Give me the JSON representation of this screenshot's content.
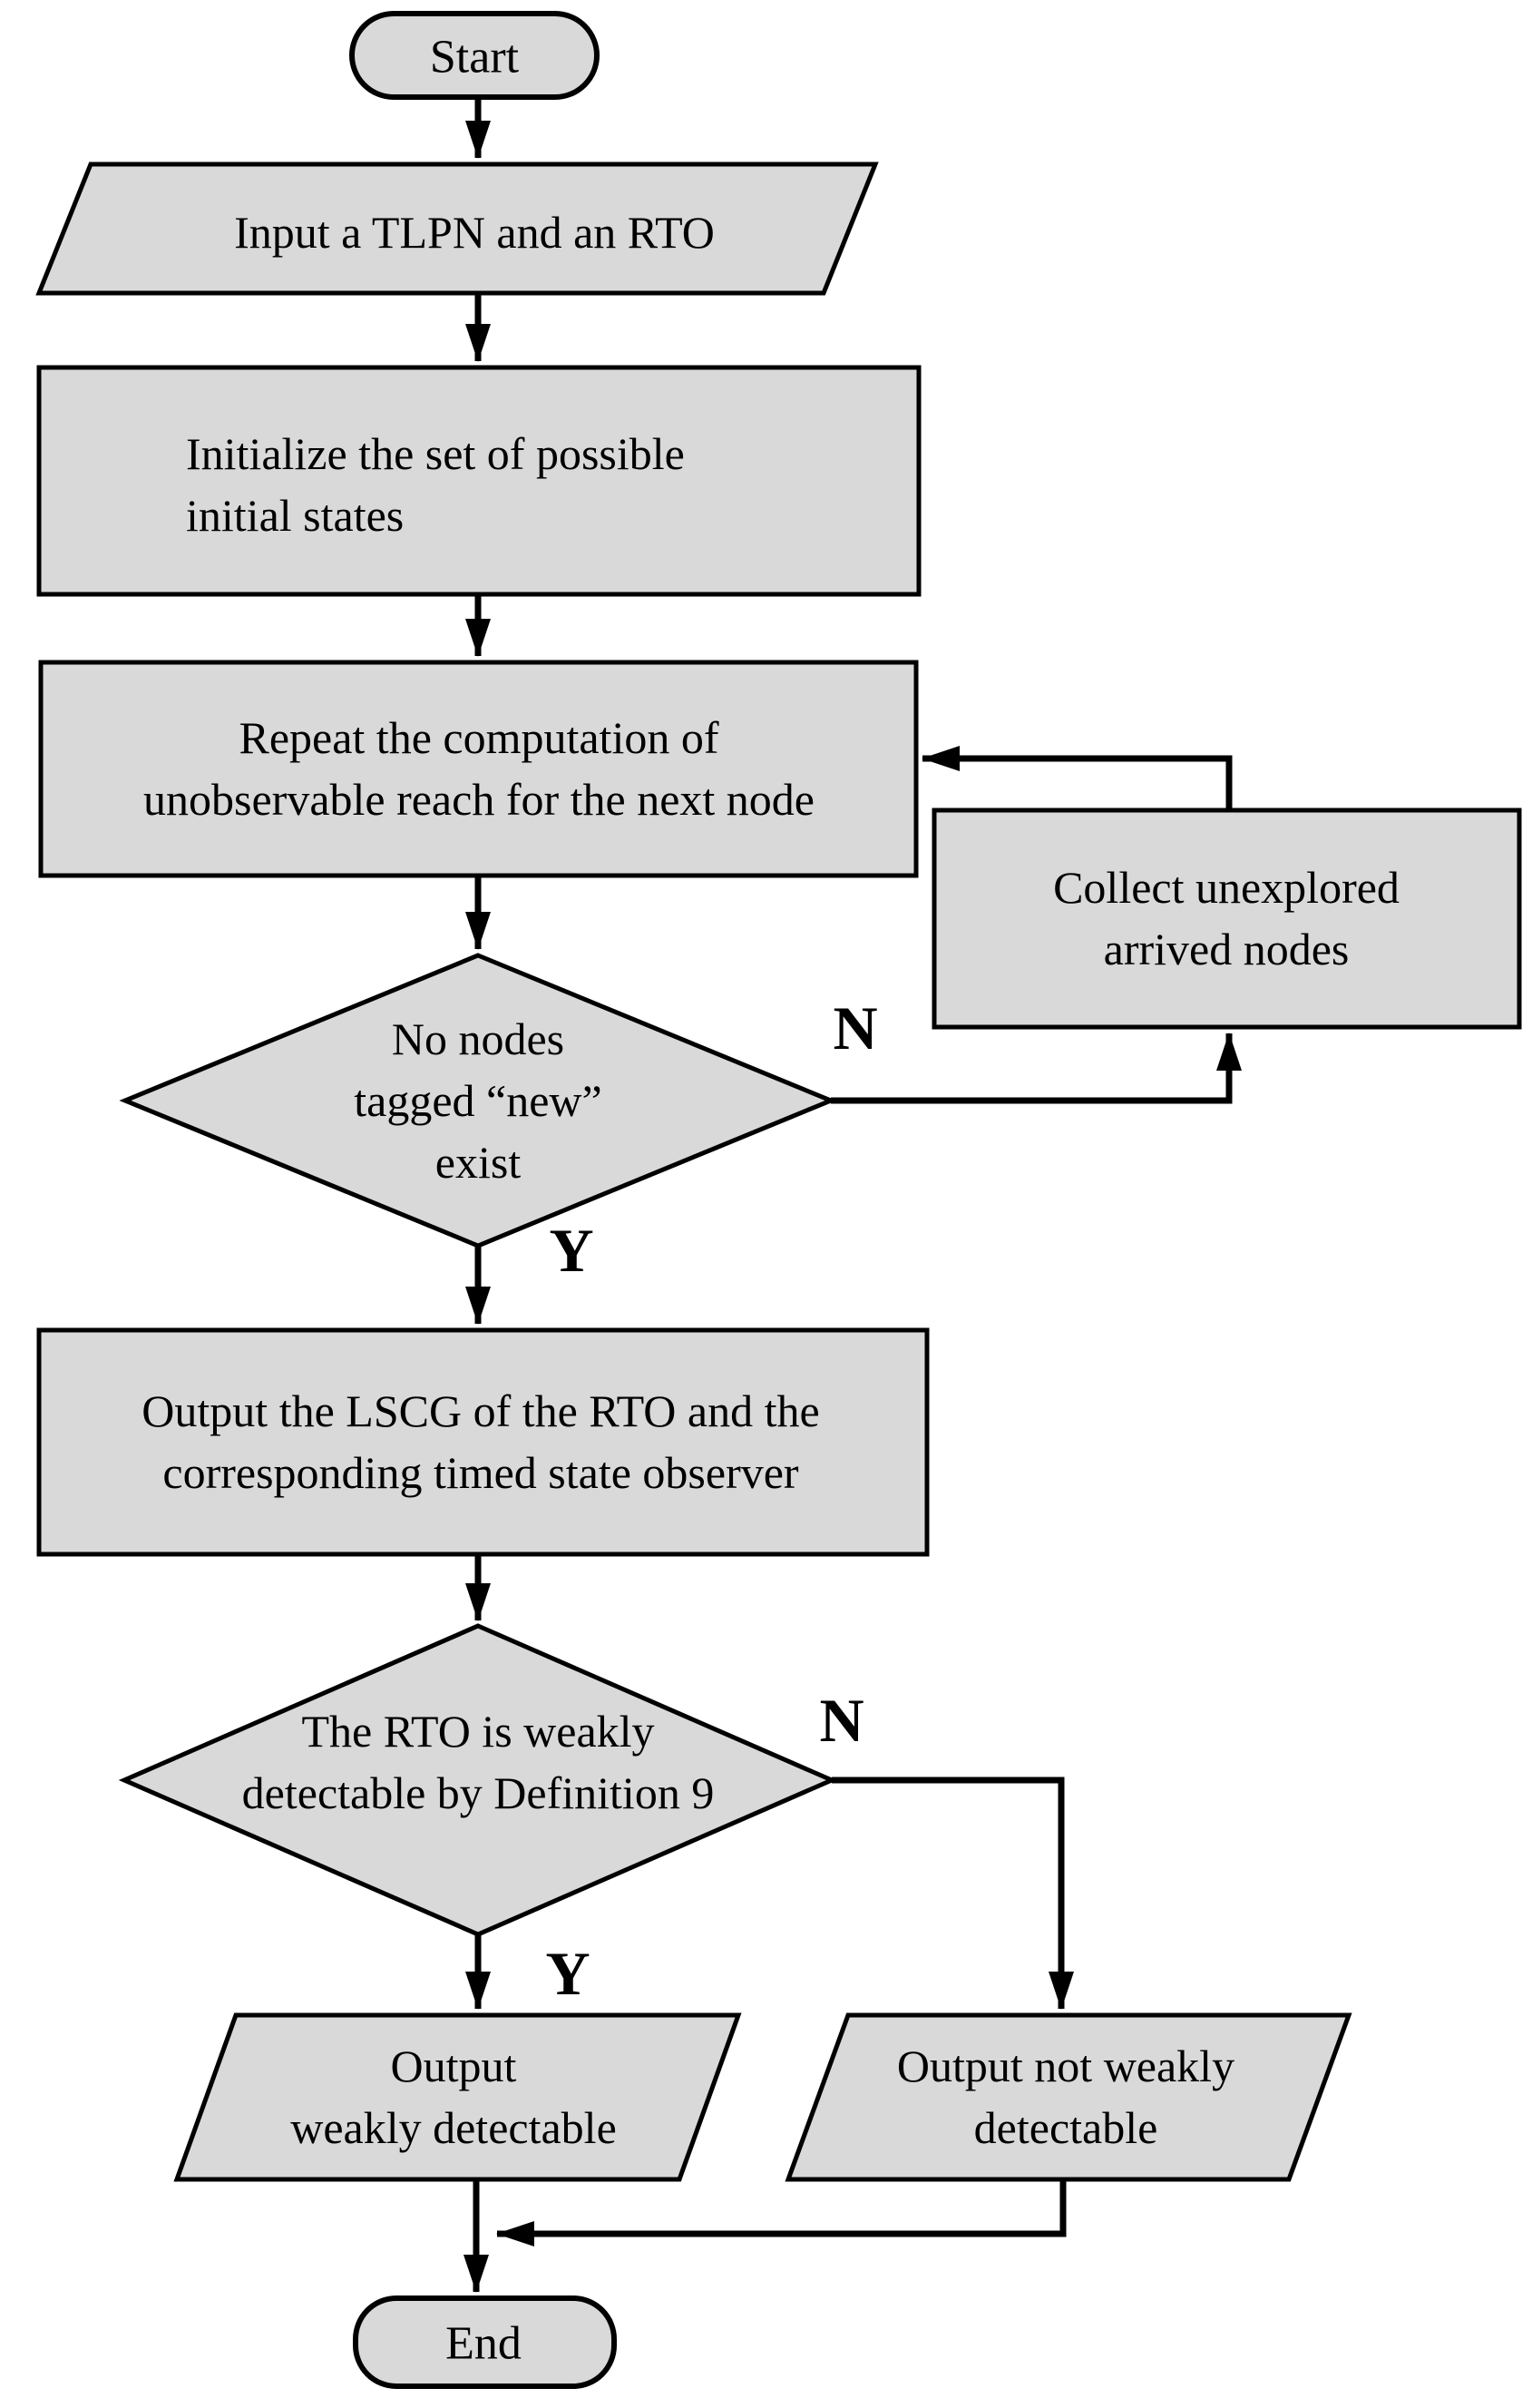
{
  "diagram": {
    "type": "flowchart",
    "colors": {
      "background": "#ffffff",
      "node_fill": "#d9d9d9",
      "node_stroke": "#000000",
      "connector": "#000000",
      "text": "#000000"
    },
    "nodes": {
      "start": {
        "shape": "terminator",
        "label": "Start"
      },
      "input": {
        "shape": "parallelogram",
        "label": "Input a TLPN and an RTO"
      },
      "initialize": {
        "shape": "process",
        "lines": [
          "Initialize the set of possible",
          "initial states"
        ]
      },
      "repeat": {
        "shape": "process",
        "lines": [
          "Repeat the computation of",
          "unobservable reach  for the next node"
        ]
      },
      "no_new_nodes": {
        "shape": "decision",
        "lines": [
          "No nodes",
          "tagged  “new”",
          "exist"
        ]
      },
      "collect": {
        "shape": "process",
        "lines": [
          "Collect unexplored",
          "arrived nodes"
        ]
      },
      "output_lscg": {
        "shape": "process",
        "lines": [
          "Output the LSCG of the RTO and the",
          "corresponding timed state observer"
        ]
      },
      "weakly_detectable": {
        "shape": "decision",
        "lines": [
          "The RTO is weakly",
          "detectable by Definition 9"
        ]
      },
      "output_weakly": {
        "shape": "parallelogram",
        "lines": [
          "Output",
          "weakly detectable"
        ]
      },
      "output_not_weakly": {
        "shape": "parallelogram",
        "lines": [
          "Output not weakly",
          "detectable"
        ]
      },
      "end": {
        "shape": "terminator",
        "label": "End"
      }
    },
    "branch_labels": {
      "no_new_nodes_no": "N",
      "no_new_nodes_yes": "Y",
      "weakly_detectable_no": "N",
      "weakly_detectable_yes": "Y"
    }
  }
}
